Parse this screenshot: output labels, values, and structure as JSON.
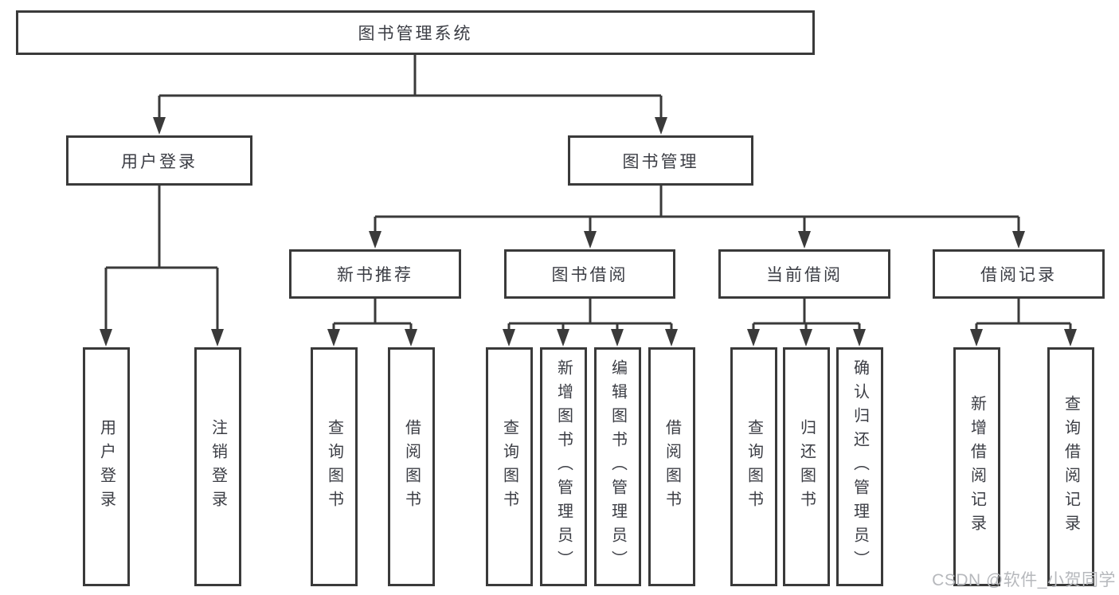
{
  "nodes": {
    "root": {
      "label": "图书管理系统"
    },
    "branches": [
      {
        "label": "用户登录",
        "children": [
          {
            "label": "用户登录"
          },
          {
            "label": "注销登录"
          }
        ]
      },
      {
        "label": "图书管理",
        "children": [
          {
            "label": "新书推荐",
            "children": [
              {
                "label": "查询图书"
              },
              {
                "label": "借阅图书"
              }
            ]
          },
          {
            "label": "图书借阅",
            "children": [
              {
                "label": "查询图书"
              },
              {
                "label": "新增图书（管理员）"
              },
              {
                "label": "编辑图书（管理员）"
              },
              {
                "label": "借阅图书"
              }
            ]
          },
          {
            "label": "当前借阅",
            "children": [
              {
                "label": "查询图书"
              },
              {
                "label": "归还图书"
              },
              {
                "label": "确认归还（管理员）"
              }
            ]
          },
          {
            "label": "借阅记录",
            "children": [
              {
                "label": "新增借阅记录"
              },
              {
                "label": "查询借阅记录"
              }
            ]
          }
        ]
      }
    ]
  },
  "watermark": {
    "text": "CSDN @软件_小贺同学"
  },
  "colors": {
    "line": "#3a3a3a",
    "text": "#3b3d44",
    "watermark": "#b6b8bc",
    "background": "#ffffff"
  }
}
